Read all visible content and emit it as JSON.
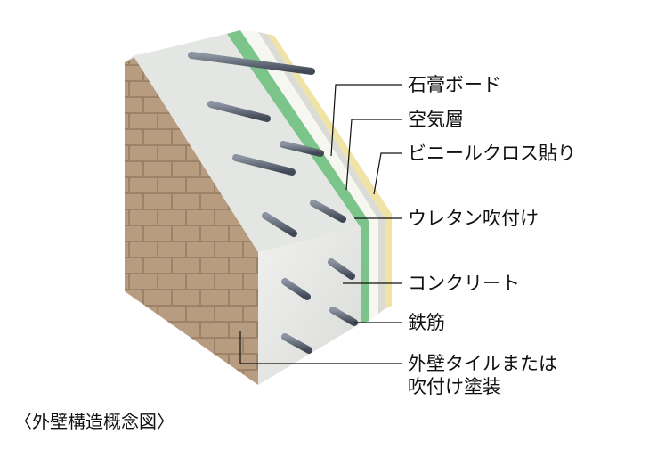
{
  "labels": {
    "gypsum_board": "石膏ボード",
    "air_layer": "空気層",
    "vinyl_cloth": "ビニールクロス貼り",
    "urethane": "ウレタン吹付け",
    "concrete": "コンクリート",
    "rebar": "鉄筋",
    "exterior_line1": "外壁タイルまたは",
    "exterior_line2": "吹付け塗装"
  },
  "caption": "〈外壁構造概念図〉",
  "colors": {
    "tile": "#b89c80",
    "tile_grout": "#9c8268",
    "concrete": "#e9ebe9",
    "rebar": "#5c6472",
    "urethane": "#7cc58a",
    "vinyl_cloth": "#efe3a6",
    "gypsum_board": "#f4f4f0"
  }
}
